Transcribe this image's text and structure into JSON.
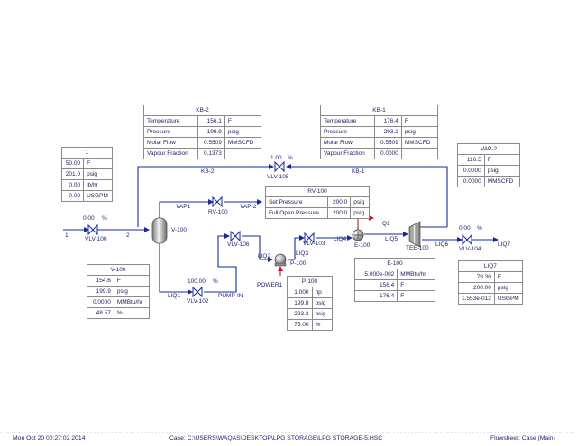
{
  "tables": {
    "kb2": {
      "title": "KB-2",
      "rows": [
        {
          "label": "Temperature",
          "value": "156.1",
          "unit": "F"
        },
        {
          "label": "Pressure",
          "value": "199.9",
          "unit": "psig"
        },
        {
          "label": "Molar Flow",
          "value": "0.5509",
          "unit": "MMSCFD"
        },
        {
          "label": "Vapour Fraction",
          "value": "0.1373",
          "unit": ""
        }
      ]
    },
    "kb1": {
      "title": "KB-1",
      "rows": [
        {
          "label": "Temperature",
          "value": "176.4",
          "unit": "F"
        },
        {
          "label": "Pressure",
          "value": "293.2",
          "unit": "psig"
        },
        {
          "label": "Molar Flow",
          "value": "0.5509",
          "unit": "MMSCFD"
        },
        {
          "label": "Vapour Fraction",
          "value": "0.0000",
          "unit": ""
        }
      ]
    },
    "s1": {
      "title": "1",
      "rows": [
        {
          "value": "50.00",
          "unit": "F"
        },
        {
          "value": "201.0",
          "unit": "psig"
        },
        {
          "value": "0.00",
          "unit": "lb/hr"
        },
        {
          "value": "0.00",
          "unit": "USGPM"
        }
      ]
    },
    "vap2": {
      "title": "VAP-2",
      "rows": [
        {
          "value": "116.5",
          "unit": "F"
        },
        {
          "value": "0.0000",
          "unit": "psig"
        },
        {
          "value": "0.0000",
          "unit": "MMSCFD"
        }
      ]
    },
    "rv100": {
      "title": "RV-100",
      "rows": [
        {
          "label": "Set Pressure",
          "value": "200.0",
          "unit": "psig"
        },
        {
          "label": "Full Open Pressure",
          "value": "200.0",
          "unit": "psig"
        }
      ]
    },
    "v100": {
      "title": "V-100",
      "rows": [
        {
          "value": "154.6",
          "unit": "F"
        },
        {
          "value": "199.9",
          "unit": "psig"
        },
        {
          "value": "0.0000",
          "unit": "MMBtu/hr"
        },
        {
          "value": "48.57",
          "unit": "%"
        }
      ]
    },
    "p100": {
      "title": "P-100",
      "rows": [
        {
          "value": "1.000",
          "unit": "hp"
        },
        {
          "value": "199.8",
          "unit": "psig"
        },
        {
          "value": "293.2",
          "unit": "psig"
        },
        {
          "value": "75.00",
          "unit": "%"
        }
      ]
    },
    "e100": {
      "title": "E-100",
      "rows": [
        {
          "value": "5.000e-002",
          "unit": "MMBtu/hr"
        },
        {
          "value": "156.4",
          "unit": "F"
        },
        {
          "value": "176.4",
          "unit": "F"
        }
      ]
    },
    "liq7": {
      "title": "LIQ7",
      "rows": [
        {
          "value": "79.30",
          "unit": "F"
        },
        {
          "value": "200.00",
          "unit": "psig"
        },
        {
          "value": "1.553e-012",
          "unit": "USGPM"
        }
      ]
    }
  },
  "labels": {
    "kb2_stream": "KB-2",
    "kb1_stream": "KB-1",
    "vlv105": "VLV-105",
    "vlv105_open": "1.00",
    "vlv105_unit": "%",
    "stream1": "1",
    "stream2": "2",
    "vlv100": "VLV-100",
    "vlv100_open": "0.00",
    "vlv100_unit": "%",
    "v100": "V-100",
    "vap1": "VAP1",
    "rv100": "RV-100",
    "vap2": "VAP-2",
    "vlv106": "VLV-106",
    "liq2": "LIQ2",
    "liq3": "LIQ3",
    "p100": "P-100",
    "power1": "POWER1",
    "vlv103": "VLV-103",
    "liq4": "LIQ4",
    "e100": "E-100",
    "q1": "Q1",
    "liq5": "LIQ5",
    "tee100": "TEE-100",
    "liq6": "LIQ6",
    "vlv104": "VLV-104",
    "vlv104_open": "0.00",
    "vlv104_unit": "%",
    "liq7": "LIQ7",
    "liq1": "LIQ1",
    "vlv102": "VLV-102",
    "vlv102_open": "100.00",
    "vlv102_unit": "%",
    "pumpin": "PUMP-IN"
  },
  "status": {
    "datetime": "Mon Oct 20 00:27:02 2014",
    "case": "Case: C:\\USERS\\WAQAS\\DESKTOP\\LPG STORAGE\\LPG STORAGE-5.HSC",
    "flowsheet": "Flowsheet: Case (Main)"
  },
  "colors": {
    "material_stream": "#1a2a9c",
    "energy_stream": "#c8102e",
    "table_border": "#8a8a8a",
    "text": "#1c1c6e"
  }
}
